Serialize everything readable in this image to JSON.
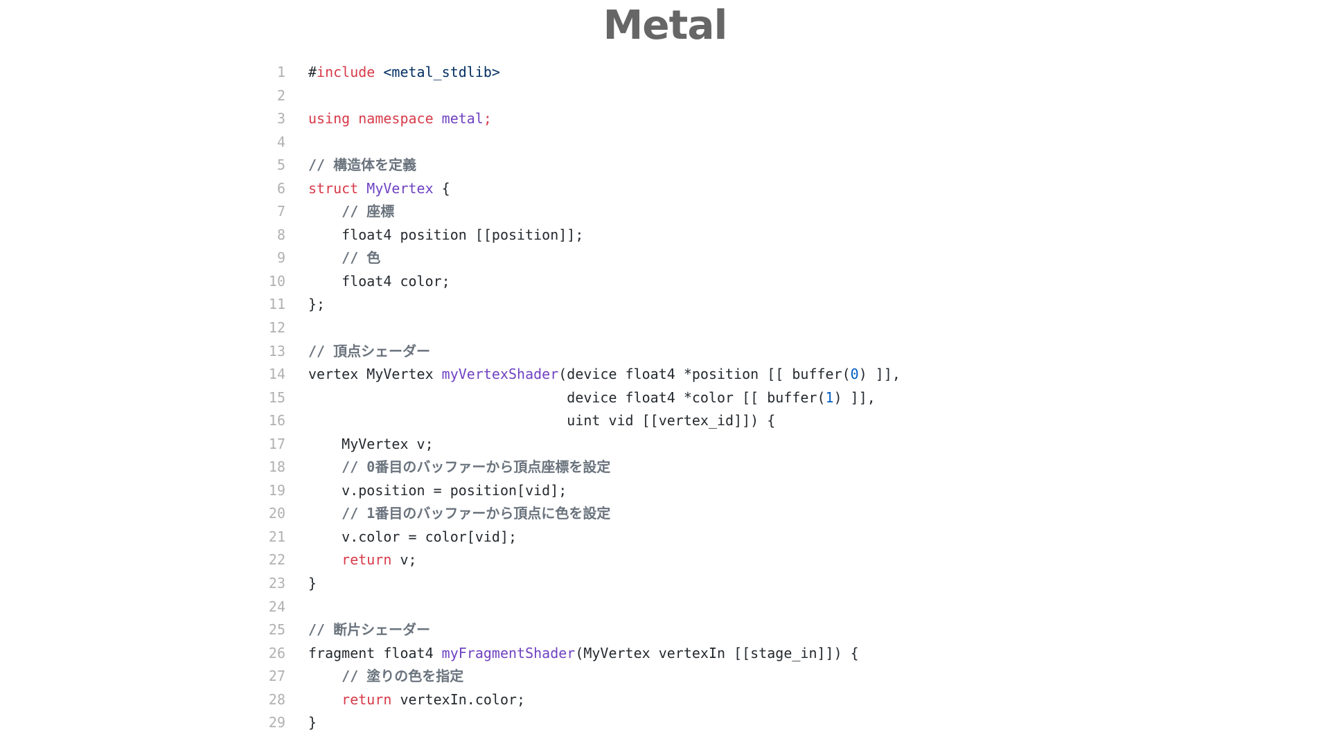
{
  "title": "Metal",
  "colors": {
    "keyword": "#d73a49",
    "function": "#6f42c1",
    "string": "#032f62",
    "comment": "#6a737d",
    "number": "#005cc5",
    "plain": "#24292e",
    "line_number": "#b0b0b0"
  },
  "lines": [
    {
      "n": "1",
      "tokens": [
        [
          "pl",
          "#"
        ],
        [
          "kw",
          "include"
        ],
        [
          "pl",
          " "
        ],
        [
          "str",
          "<metal_stdlib>"
        ]
      ]
    },
    {
      "n": "2",
      "tokens": []
    },
    {
      "n": "3",
      "tokens": [
        [
          "kw",
          "using namespace "
        ],
        [
          "fn",
          "metal"
        ],
        [
          "kw",
          ";"
        ]
      ]
    },
    {
      "n": "4",
      "tokens": []
    },
    {
      "n": "5",
      "tokens": [
        [
          "cm",
          "// 構造体を定義"
        ]
      ]
    },
    {
      "n": "6",
      "tokens": [
        [
          "kw",
          "struct "
        ],
        [
          "fn",
          "MyVertex"
        ],
        [
          "pl",
          " {"
        ]
      ]
    },
    {
      "n": "7",
      "tokens": [
        [
          "pl",
          "    "
        ],
        [
          "cm",
          "// 座標"
        ]
      ]
    },
    {
      "n": "8",
      "tokens": [
        [
          "pl",
          "    float4 position [[position]];"
        ]
      ]
    },
    {
      "n": "9",
      "tokens": [
        [
          "pl",
          "    "
        ],
        [
          "cm",
          "// 色"
        ]
      ]
    },
    {
      "n": "10",
      "tokens": [
        [
          "pl",
          "    float4 color;"
        ]
      ]
    },
    {
      "n": "11",
      "tokens": [
        [
          "pl",
          "};"
        ]
      ]
    },
    {
      "n": "12",
      "tokens": []
    },
    {
      "n": "13",
      "tokens": [
        [
          "cm",
          "// 頂点シェーダー"
        ]
      ]
    },
    {
      "n": "14",
      "tokens": [
        [
          "pl",
          "vertex MyVertex "
        ],
        [
          "fn",
          "myVertexShader"
        ],
        [
          "pl",
          "(device float4 *position [[ buffer("
        ],
        [
          "num",
          "0"
        ],
        [
          "pl",
          ") ]],"
        ]
      ]
    },
    {
      "n": "15",
      "tokens": [
        [
          "pl",
          "                               device float4 *color [[ buffer("
        ],
        [
          "num",
          "1"
        ],
        [
          "pl",
          ") ]],"
        ]
      ]
    },
    {
      "n": "16",
      "tokens": [
        [
          "pl",
          "                               uint vid [[vertex_id]]) {"
        ]
      ]
    },
    {
      "n": "17",
      "tokens": [
        [
          "pl",
          "    MyVertex v;"
        ]
      ]
    },
    {
      "n": "18",
      "tokens": [
        [
          "pl",
          "    "
        ],
        [
          "cm",
          "// 0番目のバッファーから頂点座標を設定"
        ]
      ]
    },
    {
      "n": "19",
      "tokens": [
        [
          "pl",
          "    v.position = position[vid];"
        ]
      ]
    },
    {
      "n": "20",
      "tokens": [
        [
          "pl",
          "    "
        ],
        [
          "cm",
          "// 1番目のバッファーから頂点に色を設定"
        ]
      ]
    },
    {
      "n": "21",
      "tokens": [
        [
          "pl",
          "    v.color = color[vid];"
        ]
      ]
    },
    {
      "n": "22",
      "tokens": [
        [
          "pl",
          "    "
        ],
        [
          "kw",
          "return"
        ],
        [
          "pl",
          " v;"
        ]
      ]
    },
    {
      "n": "23",
      "tokens": [
        [
          "pl",
          "}"
        ]
      ]
    },
    {
      "n": "24",
      "tokens": []
    },
    {
      "n": "25",
      "tokens": [
        [
          "cm",
          "// 断片シェーダー"
        ]
      ]
    },
    {
      "n": "26",
      "tokens": [
        [
          "pl",
          "fragment float4 "
        ],
        [
          "fn",
          "myFragmentShader"
        ],
        [
          "pl",
          "(MyVertex vertexIn [[stage_in]]) {"
        ]
      ]
    },
    {
      "n": "27",
      "tokens": [
        [
          "pl",
          "    "
        ],
        [
          "cm",
          "// 塗りの色を指定"
        ]
      ]
    },
    {
      "n": "28",
      "tokens": [
        [
          "pl",
          "    "
        ],
        [
          "kw",
          "return"
        ],
        [
          "pl",
          " vertexIn.color;"
        ]
      ]
    },
    {
      "n": "29",
      "tokens": [
        [
          "pl",
          "}"
        ]
      ]
    }
  ]
}
